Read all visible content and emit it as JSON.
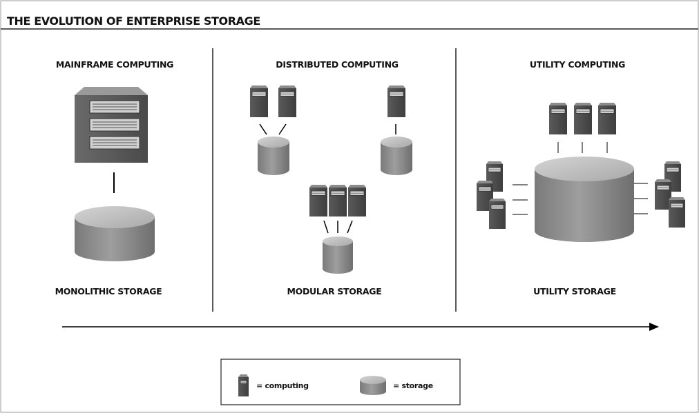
{
  "header": {
    "title": "THE EVOLUTION OF ENTERPRISE STORAGE"
  },
  "columns": [
    {
      "computing_label": "MAINFRAME COMPUTING",
      "storage_label": "MONOLITHIC STORAGE"
    },
    {
      "computing_label": "DISTRIBUTED COMPUTING",
      "storage_label": "MODULAR STORAGE"
    },
    {
      "computing_label": "UTILITY COMPUTING",
      "storage_label": "UTILITY STORAGE"
    }
  ],
  "legend": {
    "computing_label": "= computing",
    "storage_label": "= storage"
  },
  "colors": {
    "server_dark": "#4a4a4a",
    "server_mid": "#777777",
    "storage_top": "#bdbdbd",
    "storage_body": "#8a8a8a",
    "line": "#000000"
  }
}
